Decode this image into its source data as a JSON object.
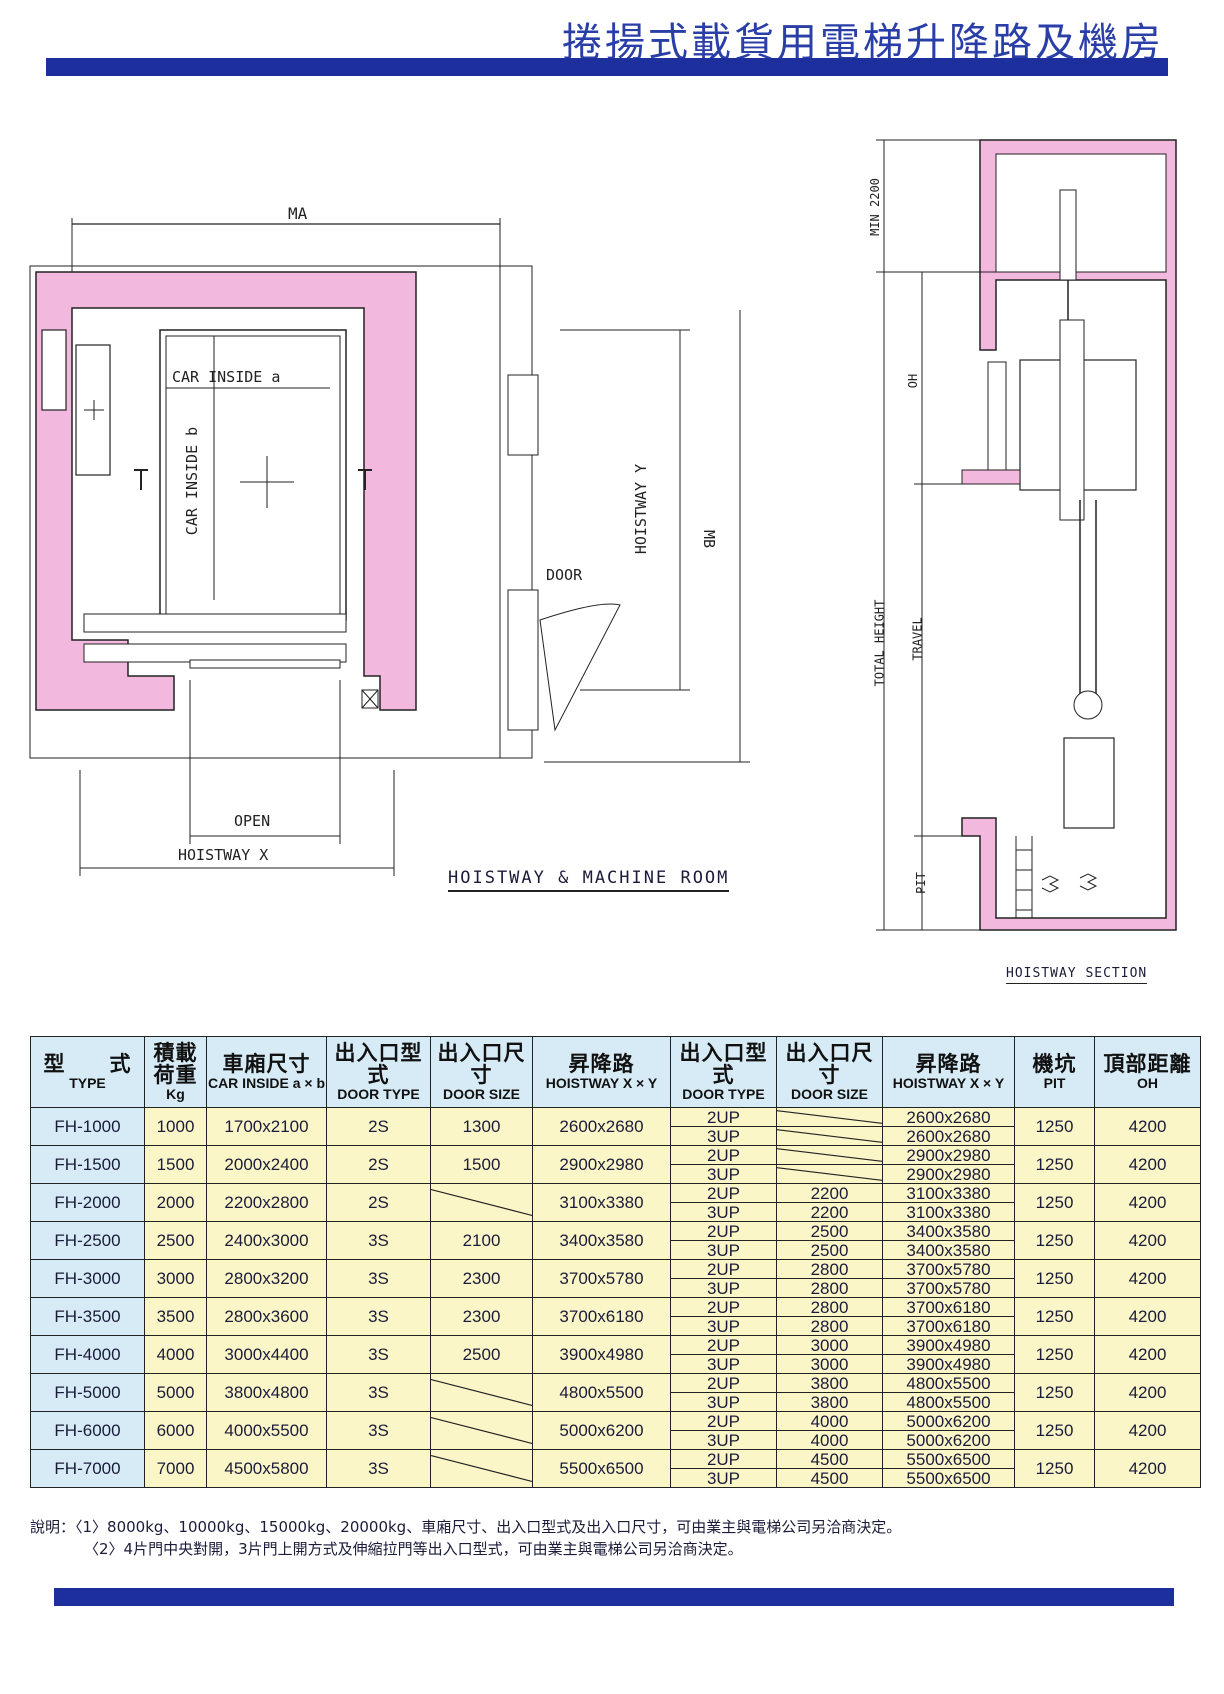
{
  "title": "捲揚式載貨用電梯升降路及機房",
  "plan_labels": {
    "ma": "MA",
    "car_inside_a": "CAR INSIDE a",
    "car_inside_b": "CAR INSIDE b",
    "hoistway_y": "HOISTWAY Y",
    "mb": "MB",
    "door": "DOOR",
    "open": "OPEN",
    "hoistway_x": "HOISTWAY X",
    "caption": "HOISTWAY & MACHINE ROOM"
  },
  "section_labels": {
    "min_2200": "MIN 2200",
    "oh": "OH",
    "total_height": "TOTAL HEIGHT",
    "travel": "TRAVEL",
    "pit": "PIT",
    "caption": "HOISTWAY SECTION"
  },
  "table": {
    "headers": [
      {
        "zh": "型　　式",
        "en": "TYPE"
      },
      {
        "zh": "積載荷重",
        "en": "Kg"
      },
      {
        "zh": "車廂尺寸",
        "en": "CAR INSIDE a × b"
      },
      {
        "zh": "出入口型式",
        "en": "DOOR TYPE"
      },
      {
        "zh": "出入口尺寸",
        "en": "DOOR SIZE"
      },
      {
        "zh": "昇降路",
        "en": "HOISTWAY X × Y"
      },
      {
        "zh": "出入口型式",
        "en": "DOOR TYPE"
      },
      {
        "zh": "出入口尺寸",
        "en": "DOOR SIZE"
      },
      {
        "zh": "昇降路",
        "en": "HOISTWAY X × Y"
      },
      {
        "zh": "機坑",
        "en": "PIT"
      },
      {
        "zh": "頂部距離",
        "en": "OH"
      }
    ],
    "rows": [
      {
        "type": "FH-1000",
        "kg": "1000",
        "car": "1700x2100",
        "door_type": "2S",
        "door_size": "1300",
        "hoistway": "2600x2680",
        "sub": [
          {
            "dt": "2UP",
            "ds": "",
            "hw": "2600x2680"
          },
          {
            "dt": "3UP",
            "ds": "",
            "hw": "2600x2680"
          }
        ],
        "pit": "1250",
        "oh": "4200"
      },
      {
        "type": "FH-1500",
        "kg": "1500",
        "car": "2000x2400",
        "door_type": "2S",
        "door_size": "1500",
        "hoistway": "2900x2980",
        "sub": [
          {
            "dt": "2UP",
            "ds": "",
            "hw": "2900x2980"
          },
          {
            "dt": "3UP",
            "ds": "",
            "hw": "2900x2980"
          }
        ],
        "pit": "1250",
        "oh": "4200"
      },
      {
        "type": "FH-2000",
        "kg": "2000",
        "car": "2200x2800",
        "door_type": "2S",
        "door_size": "",
        "hoistway": "3100x3380",
        "sub": [
          {
            "dt": "2UP",
            "ds": "2200",
            "hw": "3100x3380"
          },
          {
            "dt": "3UP",
            "ds": "2200",
            "hw": "3100x3380"
          }
        ],
        "pit": "1250",
        "oh": "4200"
      },
      {
        "type": "FH-2500",
        "kg": "2500",
        "car": "2400x3000",
        "door_type": "3S",
        "door_size": "2100",
        "hoistway": "3400x3580",
        "sub": [
          {
            "dt": "2UP",
            "ds": "2500",
            "hw": "3400x3580"
          },
          {
            "dt": "3UP",
            "ds": "2500",
            "hw": "3400x3580"
          }
        ],
        "pit": "1250",
        "oh": "4200"
      },
      {
        "type": "FH-3000",
        "kg": "3000",
        "car": "2800x3200",
        "door_type": "3S",
        "door_size": "2300",
        "hoistway": "3700x5780",
        "sub": [
          {
            "dt": "2UP",
            "ds": "2800",
            "hw": "3700x5780"
          },
          {
            "dt": "3UP",
            "ds": "2800",
            "hw": "3700x5780"
          }
        ],
        "pit": "1250",
        "oh": "4200"
      },
      {
        "type": "FH-3500",
        "kg": "3500",
        "car": "2800x3600",
        "door_type": "3S",
        "door_size": "2300",
        "hoistway": "3700x6180",
        "sub": [
          {
            "dt": "2UP",
            "ds": "2800",
            "hw": "3700x6180"
          },
          {
            "dt": "3UP",
            "ds": "2800",
            "hw": "3700x6180"
          }
        ],
        "pit": "1250",
        "oh": "4200"
      },
      {
        "type": "FH-4000",
        "kg": "4000",
        "car": "3000x4400",
        "door_type": "3S",
        "door_size": "2500",
        "hoistway": "3900x4980",
        "sub": [
          {
            "dt": "2UP",
            "ds": "3000",
            "hw": "3900x4980"
          },
          {
            "dt": "3UP",
            "ds": "3000",
            "hw": "3900x4980"
          }
        ],
        "pit": "1250",
        "oh": "4200"
      },
      {
        "type": "FH-5000",
        "kg": "5000",
        "car": "3800x4800",
        "door_type": "3S",
        "door_size": "",
        "hoistway": "4800x5500",
        "sub": [
          {
            "dt": "2UP",
            "ds": "3800",
            "hw": "4800x5500"
          },
          {
            "dt": "3UP",
            "ds": "3800",
            "hw": "4800x5500"
          }
        ],
        "pit": "1250",
        "oh": "4200"
      },
      {
        "type": "FH-6000",
        "kg": "6000",
        "car": "4000x5500",
        "door_type": "3S",
        "door_size": "",
        "hoistway": "5000x6200",
        "sub": [
          {
            "dt": "2UP",
            "ds": "4000",
            "hw": "5000x6200"
          },
          {
            "dt": "3UP",
            "ds": "4000",
            "hw": "5000x6200"
          }
        ],
        "pit": "1250",
        "oh": "4200"
      },
      {
        "type": "FH-7000",
        "kg": "7000",
        "car": "4500x5800",
        "door_type": "3S",
        "door_size": "",
        "hoistway": "5500x6500",
        "sub": [
          {
            "dt": "2UP",
            "ds": "4500",
            "hw": "5500x6500"
          },
          {
            "dt": "3UP",
            "ds": "4500",
            "hw": "5500x6500"
          }
        ],
        "pit": "1250",
        "oh": "4200"
      }
    ]
  },
  "notes": {
    "line1": "說明：〈1〉8000kg、10000kg、15000kg、20000kg、車廂尺寸、出入口型式及出入口尺寸，可由業主與電梯公司另洽商決定。",
    "line2": "〈2〉4片門中央對開，3片門上開方式及伸縮拉門等出入口型式，可由業主與電梯公司另洽商決定。"
  },
  "colors": {
    "bar": "#1d2f9c",
    "wall": "#f2b8dd",
    "header_bg": "#d6ebf5",
    "cell_bg": "#fbf6c8",
    "title": "#2a3ea8"
  }
}
